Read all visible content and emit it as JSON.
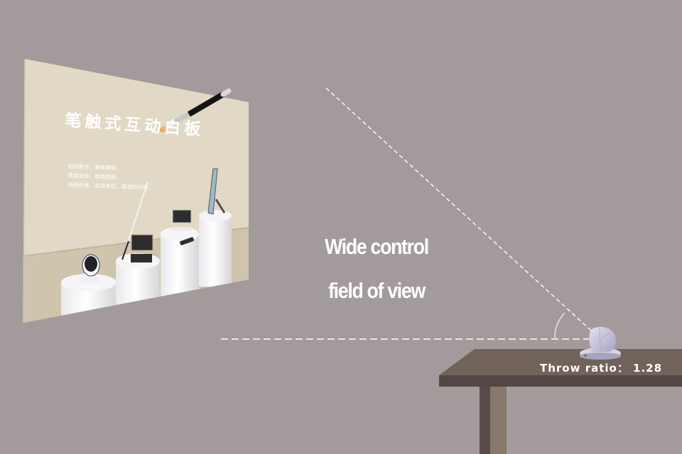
{
  "diagram": {
    "caption": {
      "line1": "Wide control",
      "line2": "field of view"
    },
    "throw_ratio_label": "Throw ratio： 1.28",
    "projection_screen": {
      "title": "笔触式互动白板",
      "lines": [
        "轻松教学，趣味课堂，",
        "简易安装，即插即用，",
        "超低价格，优异表现，高清的分辨。"
      ]
    },
    "colors": {
      "background": "#a39b9b",
      "screen_wall": "#e1d9c6",
      "screen_floor": "#cfc4ac",
      "table_top": "#72635a",
      "table_front": "#524743",
      "table_leg_light": "#86786b",
      "table_leg_dark": "#564c4a",
      "dashed_line": "#ffffff",
      "text": "#ffffff",
      "device": "#c9c3dd"
    }
  }
}
